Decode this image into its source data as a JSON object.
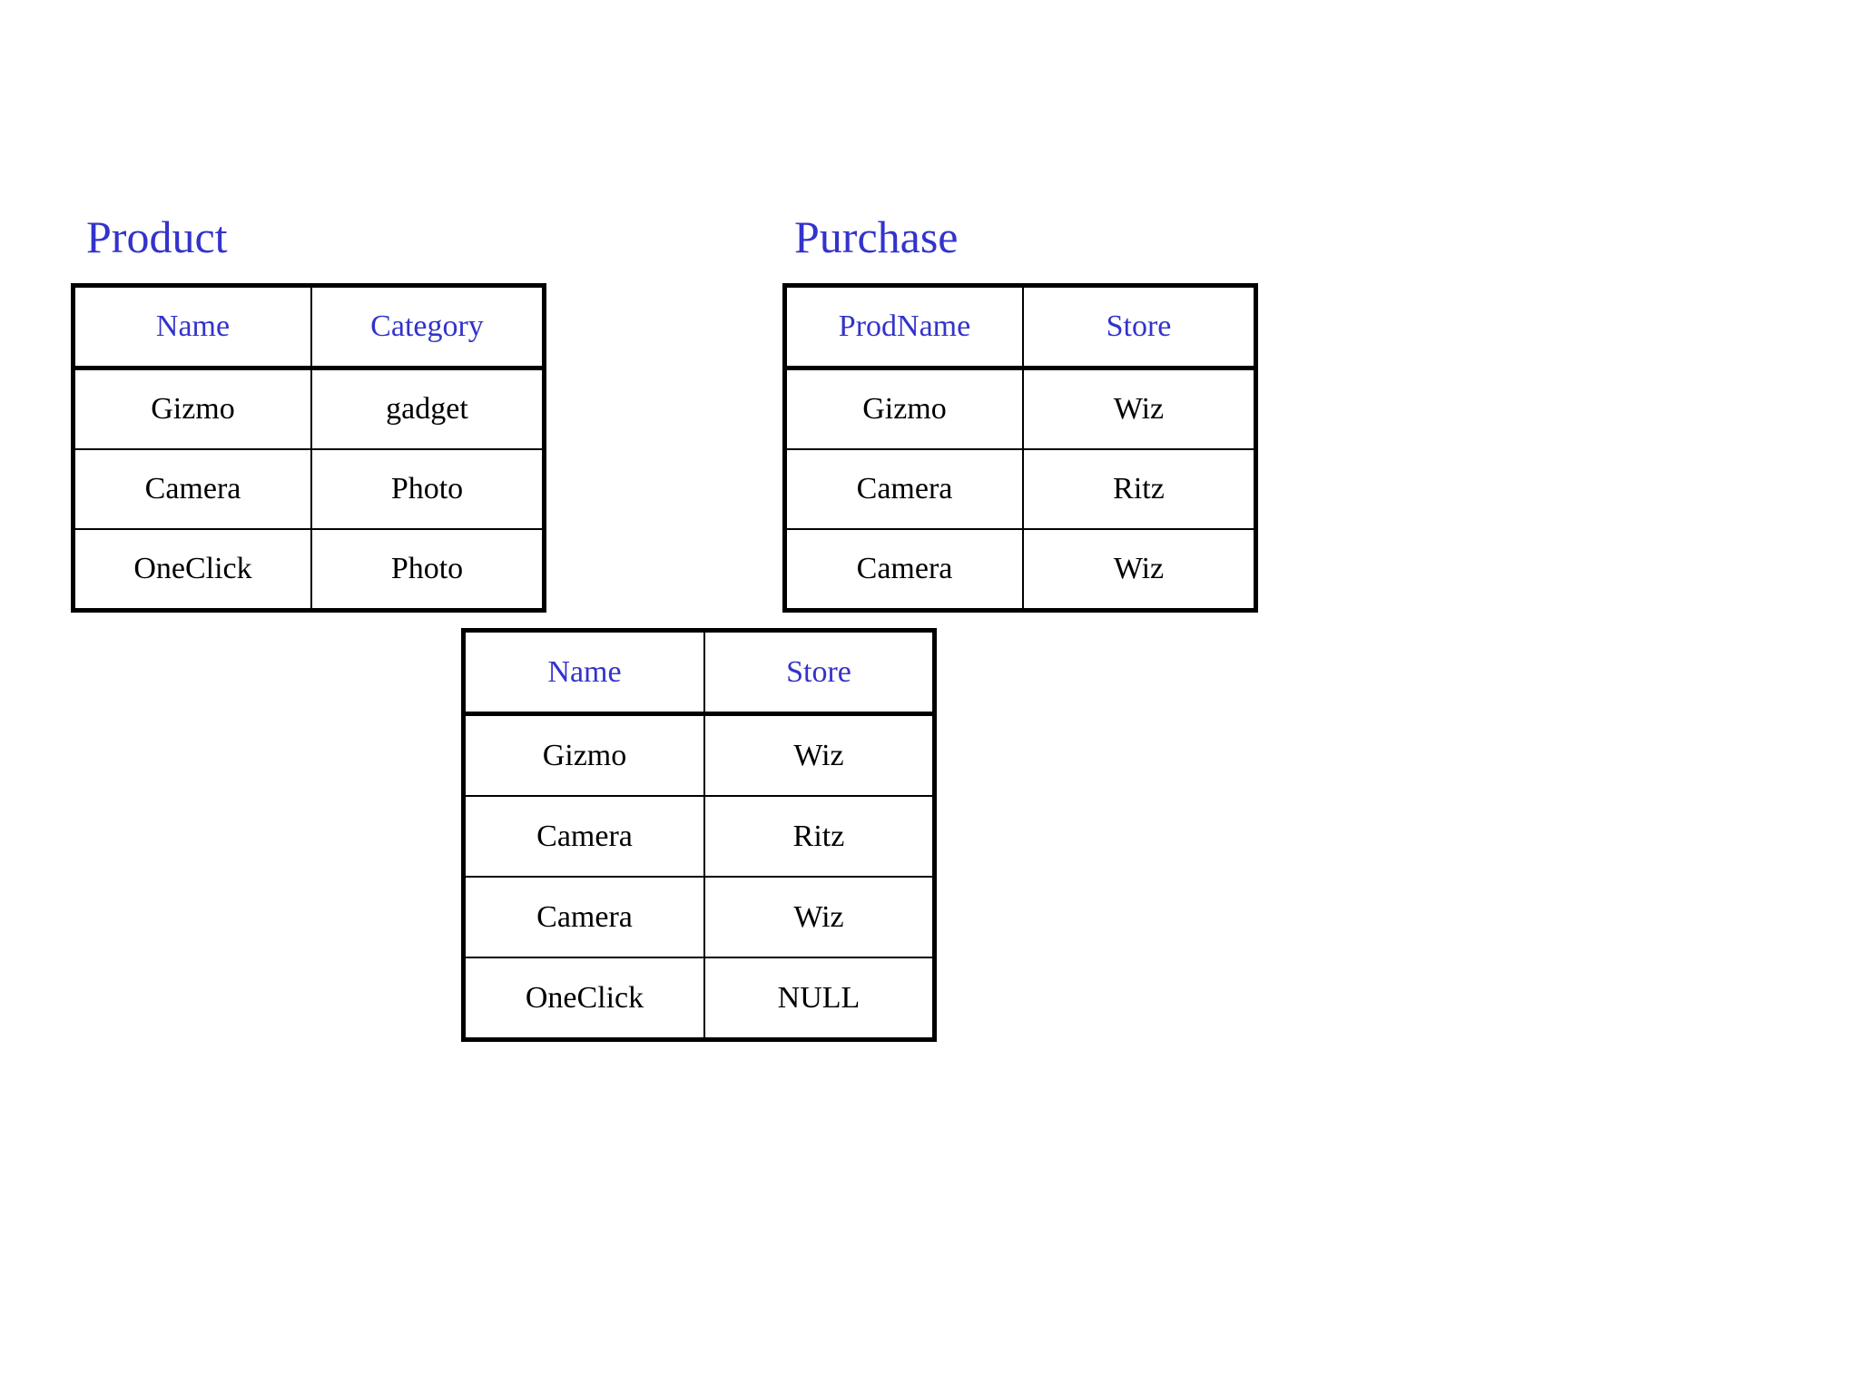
{
  "colors": {
    "header_blue": "#3333cc",
    "title_blue": "#3333cc",
    "data_black": "#000000",
    "null_red": "#ee4646",
    "border_black": "#000000",
    "background": "#ffffff"
  },
  "tables": {
    "product": {
      "title": "Product",
      "columns": [
        "Name",
        "Category"
      ],
      "rows": [
        [
          "Gizmo",
          "gadget"
        ],
        [
          "Camera",
          "Photo"
        ],
        [
          "OneClick",
          "Photo"
        ]
      ]
    },
    "purchase": {
      "title": "Purchase",
      "columns": [
        "ProdName",
        "Store"
      ],
      "rows": [
        [
          "Gizmo",
          "Wiz"
        ],
        [
          "Camera",
          "Ritz"
        ],
        [
          "Camera",
          "Wiz"
        ]
      ]
    },
    "result": {
      "title": "",
      "columns": [
        "Name",
        "Store"
      ],
      "rows": [
        [
          "Gizmo",
          "Wiz"
        ],
        [
          "Camera",
          "Ritz"
        ],
        [
          "Camera",
          "Wiz"
        ],
        [
          "OneClick",
          "NULL"
        ]
      ]
    }
  }
}
